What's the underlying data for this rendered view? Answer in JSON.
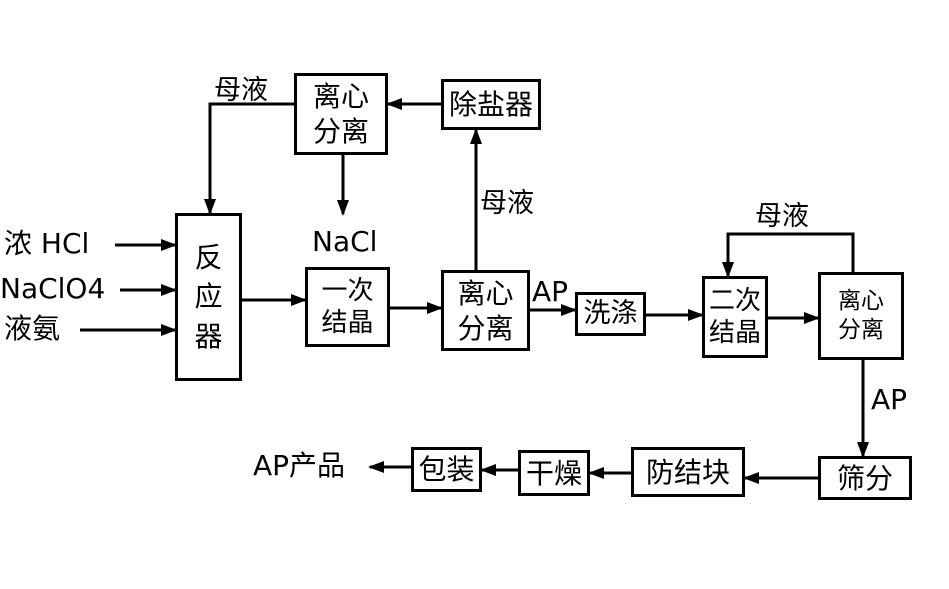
{
  "colors": {
    "stroke": "#000000",
    "background": "#ffffff"
  },
  "boxes": {
    "centrifuge_top": "离心\n分离",
    "desalter": "除盐器",
    "reactor": "反\n应\n器",
    "crystallization_1": "一次\n结晶",
    "centrifuge_1": "离心\n分离",
    "washing": "洗涤",
    "crystallization_2": "二次\n结晶",
    "centrifuge_2": "离心\n分离",
    "screening": "筛分",
    "anti_caking": "防结块",
    "drying": "干燥",
    "packaging": "包装"
  },
  "labels": {
    "mother_liquor_1": "母液",
    "mother_liquor_2": "母液",
    "mother_liquor_3": "母液",
    "nacl": "NaCl",
    "input_hcl": "浓 HCl",
    "input_naclo4": "NaClO4",
    "input_ammonia": "液氨",
    "ap_1": "AP",
    "ap_2": "AP",
    "ap_product": "AP产品"
  }
}
